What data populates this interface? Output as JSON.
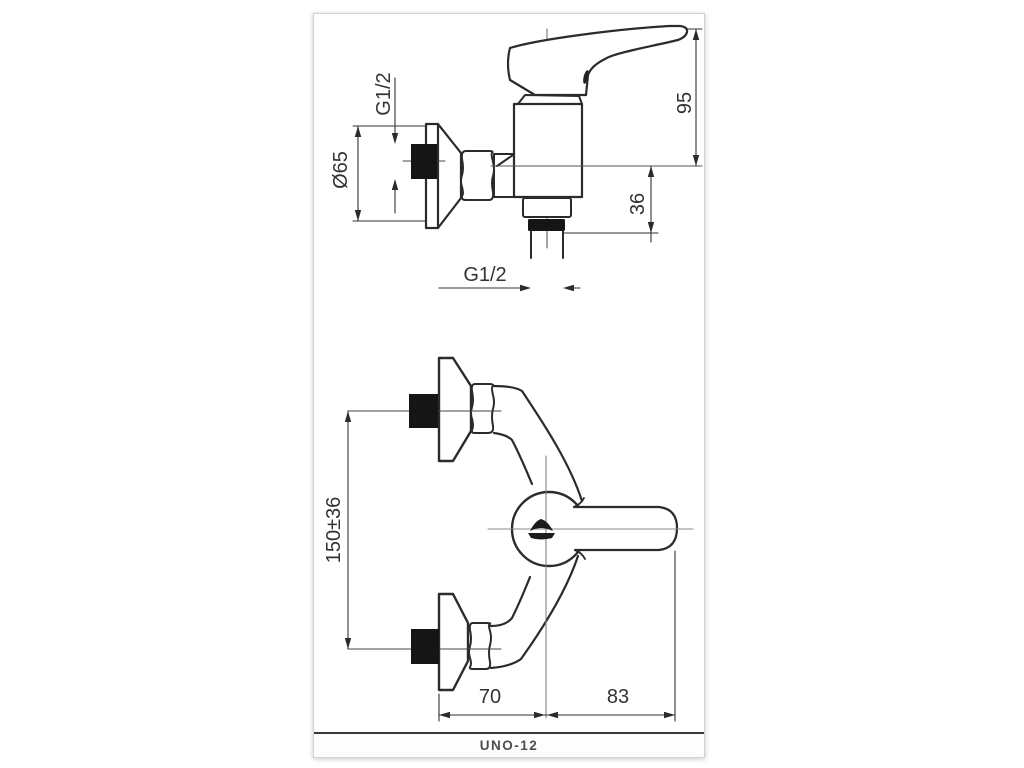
{
  "page": {
    "product_code": "UNO-12"
  },
  "side_view": {
    "labels": {
      "thread_top": "G1/2",
      "flange_diameter": "Ø65",
      "total_height": "95",
      "outlet_offset": "36",
      "thread_bottom": "G1/2"
    }
  },
  "front_view": {
    "labels": {
      "centers_distance": "150±36",
      "width_left": "70",
      "width_right": "83"
    }
  },
  "colors": {
    "ink": "#2b2b2b",
    "thread_fill": "#151515",
    "centerline": "#777777",
    "paper": "#ffffff",
    "footer_text": "#4d4d4d"
  }
}
